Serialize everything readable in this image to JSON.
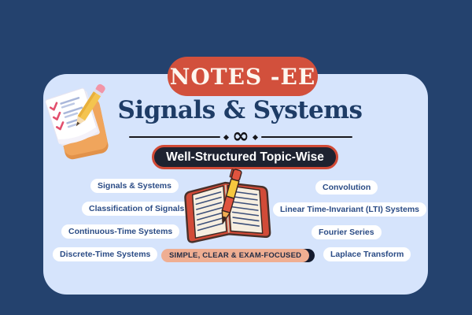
{
  "colors": {
    "background": "#24426e",
    "card": "#d6e4fc",
    "badge_red": "#d2503c",
    "title_navy": "#1e3c66",
    "subtitle_bg": "#1e2230",
    "subtitle_border": "#d14a36",
    "topic_pill_bg": "#ffffff",
    "topic_text": "#2a4b85",
    "footer_bg": "#efae92",
    "footer_shadow": "#131a2e"
  },
  "badge": {
    "label": "NOTES -EE"
  },
  "title": {
    "text": "Signals & Systems"
  },
  "divider": {
    "ornament": "∞"
  },
  "subtitle_pill": {
    "label": "Well-Structured Topic-Wise"
  },
  "topics": {
    "left": [
      "Signals & Systems",
      "Classification of Signals",
      "Continuous-Time Systems",
      "Discrete-Time Systems"
    ],
    "right": [
      "Convolution",
      "Linear Time-Invariant (LTI) Systems",
      "Fourier Series",
      "Laplace Transform"
    ]
  },
  "footer_pill": {
    "label": "SIMPLE, CLEAR & EXAM-FOCUSED"
  },
  "illustrations": {
    "top_left": "checklist-clipboard-pencil",
    "center": "open-notebook-with-pen"
  }
}
